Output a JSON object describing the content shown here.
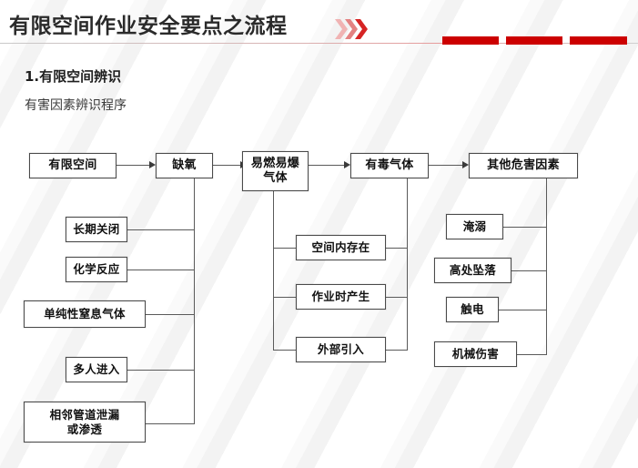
{
  "header": {
    "title": "有限空间作业安全要点之流程",
    "chevron_icon": "double-chevron-right-icon",
    "accent_color": "#cc0000",
    "blocks": [
      "",
      "",
      ""
    ]
  },
  "section": {
    "number_title": "1.有限空间辨识",
    "subtitle": "有害因素辨识程序"
  },
  "flowchart": {
    "type": "process-flow",
    "main_row": [
      {
        "id": "n1",
        "label": "有限空间"
      },
      {
        "id": "n2",
        "label": "缺氧"
      },
      {
        "id": "n3",
        "label": "易燃易爆\n气体",
        "line1": "易燃易爆",
        "line2": "气体"
      },
      {
        "id": "n4",
        "label": "有毒气体"
      },
      {
        "id": "n5",
        "label": "其他危害因素"
      }
    ],
    "branch_oxygen": {
      "parent": "缺氧",
      "items": [
        {
          "label": "长期关闭"
        },
        {
          "label": "化学反应"
        },
        {
          "label": "单纯性窒息气体"
        },
        {
          "label": "多人进入"
        },
        {
          "label": "相邻管道泄漏\n或渗透",
          "line1": "相邻管道泄漏",
          "line2": "或渗透"
        }
      ]
    },
    "branch_gas": {
      "parents": [
        "易燃易爆气体",
        "有毒气体"
      ],
      "items": [
        {
          "label": "空间内存在"
        },
        {
          "label": "作业时产生"
        },
        {
          "label": "外部引入"
        }
      ]
    },
    "branch_other": {
      "parent": "其他危害因素",
      "items": [
        {
          "label": "淹溺"
        },
        {
          "label": "高处坠落"
        },
        {
          "label": "触电"
        },
        {
          "label": "机械伤害"
        }
      ]
    }
  }
}
